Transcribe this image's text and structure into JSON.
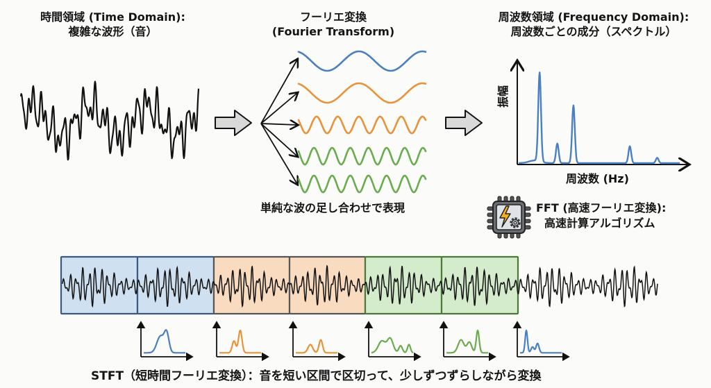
{
  "time_domain": {
    "title_line1": "時間領域 (Time Domain):",
    "title_line2": "複雑な波形（音）"
  },
  "fourier": {
    "title_line1": "フーリエ変換",
    "title_line2": "(Fourier Transform)",
    "caption": "単純な波の足し合わせで表現",
    "component_waves": [
      {
        "color": "#4a7fc1",
        "cycles": 2
      },
      {
        "color": "#e8923a",
        "cycles": 2
      },
      {
        "color": "#e8923a",
        "cycles": 6
      },
      {
        "color": "#6aac4d",
        "cycles": 7
      },
      {
        "color": "#6aac4d",
        "cycles": 7
      }
    ]
  },
  "frequency_domain": {
    "title_line1": "周波数領域 (Frequency Domain):",
    "title_line2": "周波数ごとの成分（スペクトル）",
    "y_axis_label": "振幅",
    "x_axis_label": "周波数 (Hz)",
    "line_color": "#4a7fc1"
  },
  "fft": {
    "icon": "cpu-chip-lightning-gear-icon",
    "line1": "FFT (高速フーリエ変換):",
    "line2": "高速計算アルゴリズム"
  },
  "stft": {
    "caption": "STFT（短時間フーリエ変換）：音を短い区間で区切って、少しずつずらしながら変換",
    "windows": [
      {
        "fill": "#cfe0f1",
        "stroke": "#3a5a80"
      },
      {
        "fill": "#cfe0f1",
        "stroke": "#3a5a80"
      },
      {
        "fill": "#f9dcc0",
        "stroke": "#555555"
      },
      {
        "fill": "#f9dcc0",
        "stroke": "#555555"
      },
      {
        "fill": "#d4ebcc",
        "stroke": "#4a7a38"
      },
      {
        "fill": "#d4ebcc",
        "stroke": "#4a7a38"
      }
    ],
    "mini_spectra_colors": [
      "#4a7fc1",
      "#e8923a",
      "#e8923a",
      "#6aac4d",
      "#6aac4d",
      "#4a7fc1"
    ]
  },
  "chart_data": {
    "type": "line",
    "title": "周波数領域 (Frequency Domain): 周波数ごとの成分（スペクトル）",
    "xlabel": "周波数 (Hz)",
    "ylabel": "振幅",
    "grid": false,
    "x": [
      0,
      1,
      2,
      3,
      4,
      5,
      6,
      7,
      8,
      9,
      10
    ],
    "series": [
      {
        "name": "spectrum",
        "peaks": [
          {
            "x_rel": 0.13,
            "amplitude": 1.0
          },
          {
            "x_rel": 0.24,
            "amplitude": 0.22
          },
          {
            "x_rel": 0.34,
            "amplitude": 0.65
          },
          {
            "x_rel": 0.69,
            "amplitude": 0.19
          },
          {
            "x_rel": 0.86,
            "amplitude": 0.06
          }
        ]
      }
    ]
  }
}
